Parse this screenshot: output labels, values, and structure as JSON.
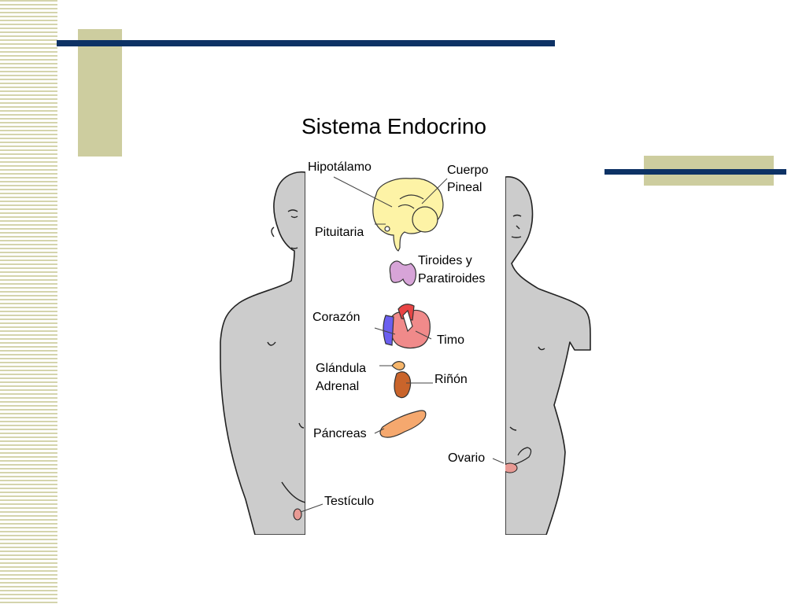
{
  "slide": {
    "accent_colors": {
      "stripe": "#d4d4ac",
      "square": "#cdcd9f",
      "bar": "#0d3265"
    }
  },
  "diagram": {
    "title": "Sistema Endocrino",
    "labels": {
      "hipotalamo": "Hipotálamo",
      "cuerpo_pineal_1": "Cuerpo",
      "cuerpo_pineal_2": "Pineal",
      "pituitaria": "Pituitaria",
      "tiroides_1": "Tiroides y",
      "tiroides_2": "Paratiroides",
      "corazon": "Corazón",
      "timo": "Timo",
      "glandula_1": "Glándula",
      "glandula_2": "Adrenal",
      "rinon": "Riñón",
      "pancreas": "Páncreas",
      "ovario": "Ovario",
      "testiculo": "Testículo"
    }
  }
}
